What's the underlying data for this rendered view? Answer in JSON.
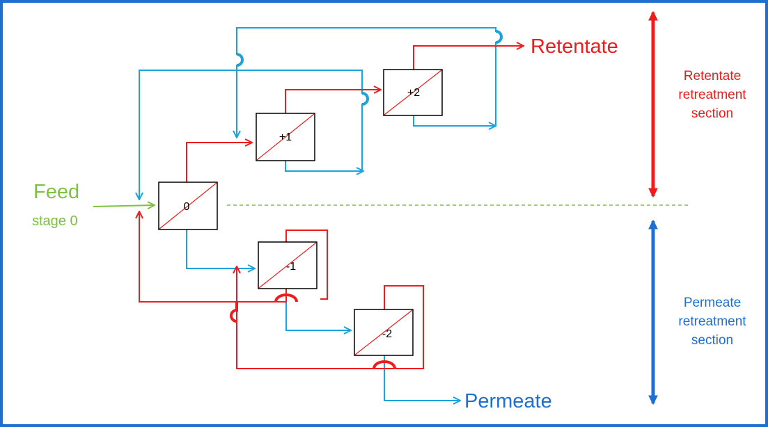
{
  "colors": {
    "frame": "#1f6fd1",
    "retentate_line": "#ee1c1c",
    "permeate_line": "#1ba3dd",
    "feed": "#7dc242",
    "section_arrow_retentate": "#ee1c1c",
    "section_arrow_permeate": "#1f6fd1"
  },
  "stages": [
    {
      "id": "0",
      "label": "0"
    },
    {
      "id": "+1",
      "label": "+1"
    },
    {
      "id": "+2",
      "label": "+2"
    },
    {
      "id": "-1",
      "label": "-1"
    },
    {
      "id": "-2",
      "label": "-2"
    }
  ],
  "labels": {
    "feed": "Feed",
    "feed_stage": "stage 0",
    "retentate": "Retentate",
    "permeate": "Permeate",
    "retentate_section": [
      "Retentate",
      "retreatment",
      "section"
    ],
    "permeate_section": [
      "Permeate",
      "retreatment",
      "section"
    ]
  }
}
